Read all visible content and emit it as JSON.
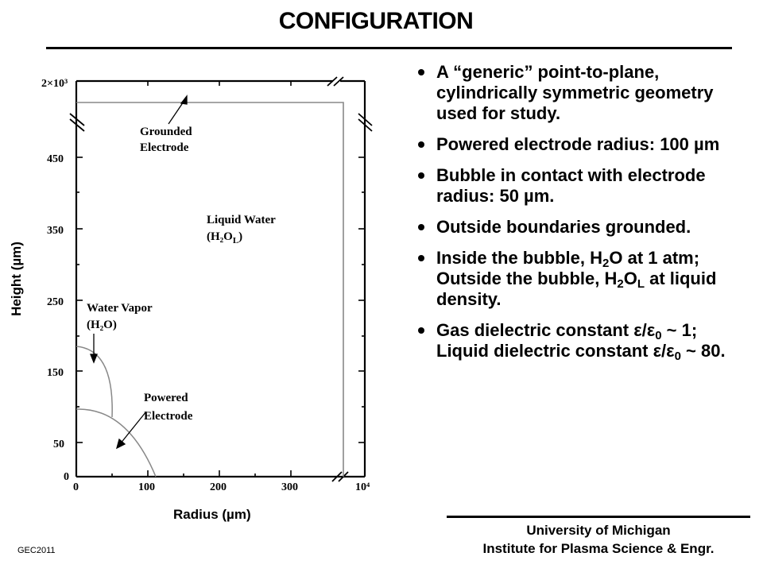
{
  "title": "CONFIGURATION",
  "diagram": {
    "y_axis_label": "Height (µm)",
    "x_axis_label": "Radius (µm)",
    "y_ticks": [
      "2×10³",
      "450",
      "350",
      "250",
      "150",
      "50",
      "0"
    ],
    "x_ticks": [
      "0",
      "100",
      "200",
      "300",
      "10⁴"
    ],
    "labels": {
      "grounded_line1": "Grounded",
      "grounded_line2": "Electrode",
      "liquid_line1": "Liquid Water",
      "liquid_formula": "(H₂O",
      "liquid_sub": "L",
      "liquid_close": ")",
      "vapor_line1": "Water Vapor",
      "vapor_formula": "(H₂O)",
      "powered_line1": "Powered",
      "powered_line2": "Electrode"
    }
  },
  "bullets": [
    {
      "t1": "A “generic” point-to-plane, cylindrically symmetric geometry used for study."
    },
    {
      "t1": "Powered electrode radius: 100 µm"
    },
    {
      "t1": "Bubble in contact with electrode radius: 50 µm."
    },
    {
      "t1": "Outside boundaries grounded."
    },
    {
      "t1": "Inside the bubble, H",
      "s1": "2",
      "t2": "O at 1 atm; Outside the bubble, H",
      "s2": "2",
      "t3": "O",
      "s3": "L",
      "t4": " at liquid density."
    },
    {
      "t1": "Gas dielectric constant ε/ε",
      "s1": "0",
      "t2": " ~ 1; Liquid dielectric constant ε/ε",
      "s2": "0",
      "t3": " ~ 80."
    }
  ],
  "footer": {
    "line1": "University of Michigan",
    "line2": "Institute for Plasma Science & Engr."
  },
  "tag": "GEC2011"
}
